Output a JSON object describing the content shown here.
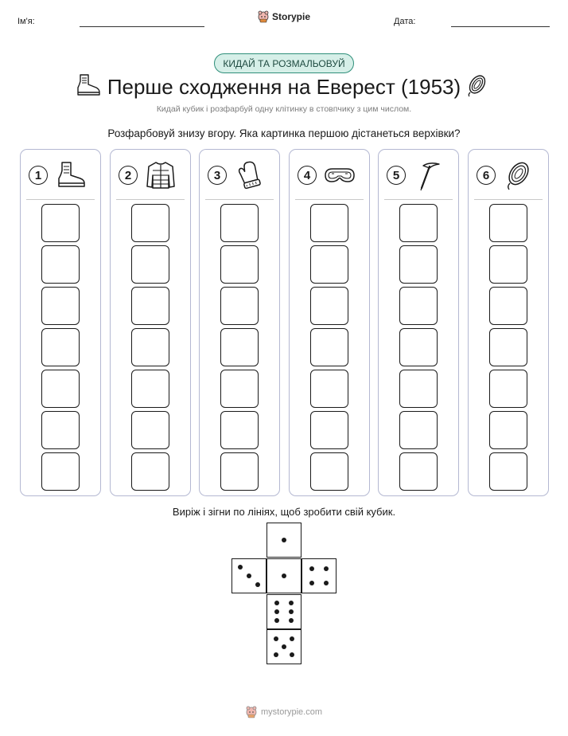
{
  "header": {
    "name_label": "Ім'я:",
    "date_label": "Дата:",
    "brand_name": "Storypie"
  },
  "tag": "КИДАЙ ТА РОЗМАЛЬОВУЙ",
  "title": "Перше сходження на Еверест (1953)",
  "subtitle": "Кидай кубик і розфарбуй одну клітинку в стовпчику з цим числом.",
  "instruction": "Розфарбовуй знизу вгору. Яка картинка першою дістанеться верхівки?",
  "columns": [
    {
      "number": "1",
      "icon": "boot-icon",
      "cells": 7
    },
    {
      "number": "2",
      "icon": "jacket-icon",
      "cells": 7
    },
    {
      "number": "3",
      "icon": "mitten-icon",
      "cells": 7
    },
    {
      "number": "4",
      "icon": "goggles-icon",
      "cells": 7
    },
    {
      "number": "5",
      "icon": "ice-axe-icon",
      "cells": 7
    },
    {
      "number": "6",
      "icon": "rope-icon",
      "cells": 7
    }
  ],
  "cut_instruction": "Виріж і зігни по лініях, щоб зробити свій кубик.",
  "dice_faces": [
    1,
    3,
    1,
    4,
    6,
    5
  ],
  "footer": {
    "url": "mystorypie.com"
  },
  "colors": {
    "accent": "#2f8f7a",
    "pill_fill": "#d6efe8",
    "column_border": "#b4b8d2"
  }
}
